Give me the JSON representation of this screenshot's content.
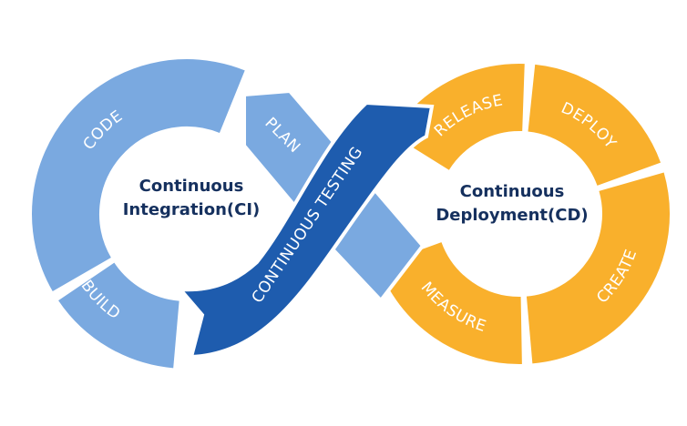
{
  "colors": {
    "light_blue": "#7aa9e0",
    "dark_blue": "#1e5cae",
    "orange": "#f9b02c",
    "text_navy": "#15305e"
  },
  "ci": {
    "line1": "Continuous",
    "line2": "Integration(CI)"
  },
  "cd": {
    "line1": "Continuous",
    "line2": "Deployment(CD)"
  },
  "stages": {
    "code": "CODE",
    "build": "BUILD",
    "plan": "PLAN",
    "testing": "CONTINUOUS TESTING",
    "release": "RELEASE",
    "deploy": "DEPLOY",
    "create": "CREATE",
    "measure": "MEASURE"
  }
}
